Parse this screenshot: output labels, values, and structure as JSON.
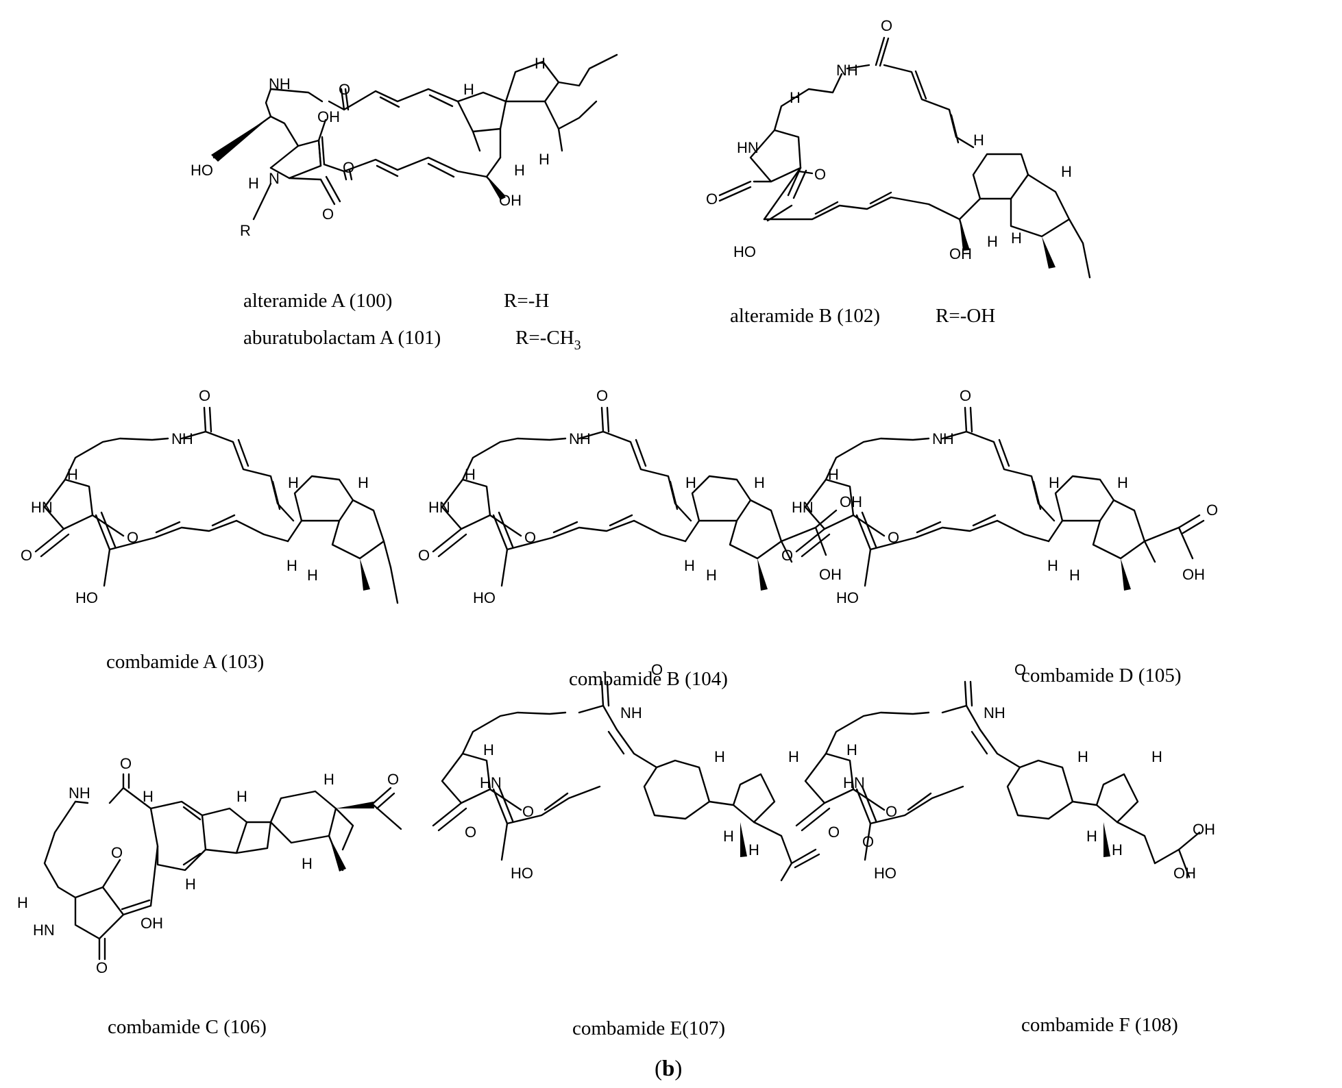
{
  "panel": {
    "open": "(",
    "letter": "b",
    "close": ")"
  },
  "labels": {
    "c100": {
      "name": "alteramide A (100)",
      "r": "R=-H"
    },
    "c101": {
      "name": "aburatubolactam A (101)",
      "r": "R=-CH",
      "sub": "3"
    },
    "c102": {
      "name": "alteramide B (102)",
      "r": "R=-OH"
    },
    "c103": "combamide A (103)",
    "c104": "combamide B (104)",
    "c105": "combamide D (105)",
    "c106": "combamide C (106)",
    "c107": "combamide E(107)",
    "c108": "combamide F (108)"
  },
  "atoms": {
    "nh": "NH",
    "hn": "HN",
    "n": "N",
    "h": "H",
    "o": "O",
    "oh": "OH",
    "ho": "HO",
    "r": "R"
  }
}
